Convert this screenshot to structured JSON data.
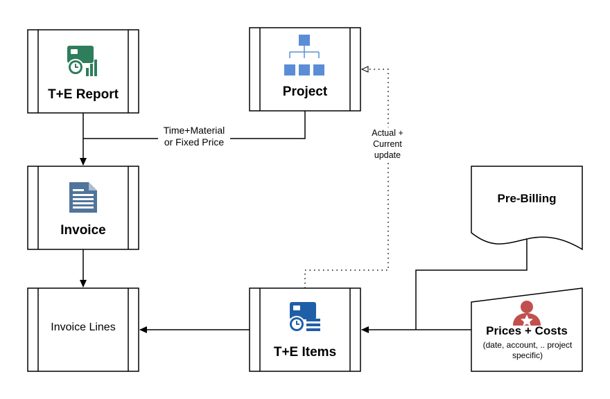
{
  "nodes": {
    "te_report": {
      "label": "T+E Report",
      "icon": "timesheet-chart-icon"
    },
    "project": {
      "label": "Project",
      "icon": "hierarchy-icon"
    },
    "invoice": {
      "label": "Invoice",
      "icon": "document-icon"
    },
    "invoice_lines": {
      "label": "Invoice Lines"
    },
    "te_items": {
      "label": "T+E Items",
      "icon": "timesheet-list-icon"
    },
    "pre_billing": {
      "label": "Pre-Billing"
    },
    "prices_costs": {
      "label": "Prices + Costs",
      "sublabel": "(date, account, .. project specific)",
      "icon": "user-star-icon"
    }
  },
  "edges": {
    "time_material": {
      "line1": "Time+Material",
      "line2": "or Fixed Price"
    },
    "actual_current": {
      "line1": "Actual +",
      "line2": "Current",
      "line3": "update"
    }
  },
  "colors": {
    "teal": "#2e7d5b",
    "blue": "#5b8dd6",
    "slate": "#51759a",
    "navy": "#1f5fa8",
    "red": "#c0504d",
    "stroke": "#000000"
  }
}
